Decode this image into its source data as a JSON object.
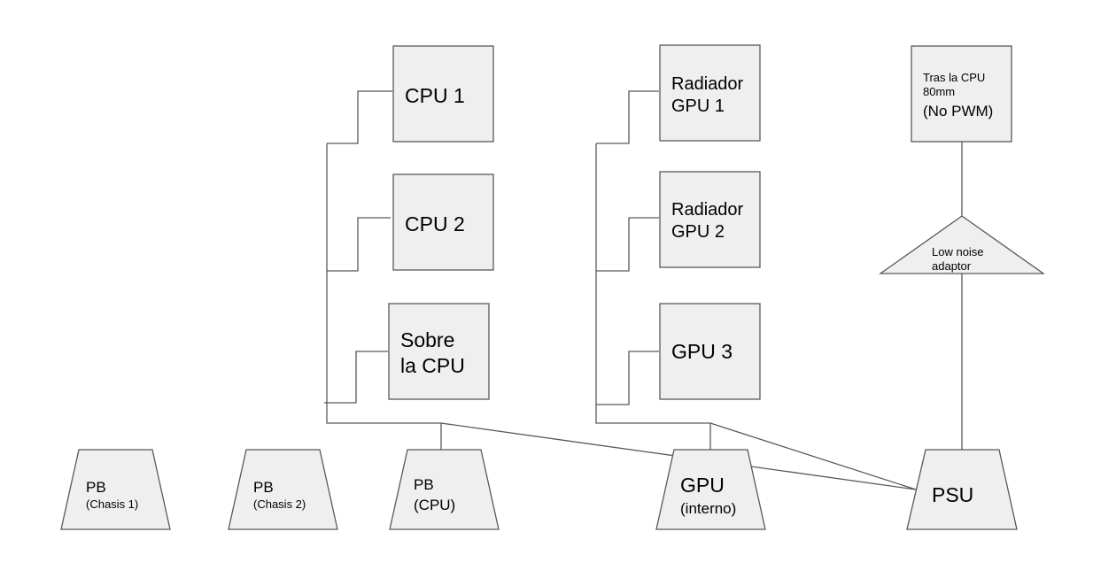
{
  "colors": {
    "fill": "#efefef",
    "stroke": "#595959",
    "line": "#595959",
    "text": "#000000"
  },
  "fans": {
    "cpu1": {
      "label": "CPU 1"
    },
    "cpu2": {
      "label": "CPU 2"
    },
    "sobre_cpu": {
      "line1": "Sobre",
      "line2": "la CPU"
    },
    "rad_gpu1": {
      "line1": "Radiador",
      "line2": "GPU 1"
    },
    "rad_gpu2": {
      "line1": "Radiador",
      "line2": "GPU 2"
    },
    "gpu3": {
      "label": "GPU 3"
    },
    "tras_cpu": {
      "line1": "Tras la CPU",
      "line2": "80mm",
      "line3": "(No PWM)"
    }
  },
  "adaptor": {
    "line1": "Low noise",
    "line2": "adaptor"
  },
  "sources": {
    "pb_chasis1": {
      "line1": "PB",
      "line2": "(Chasis 1)"
    },
    "pb_chasis2": {
      "line1": "PB",
      "line2": "(Chasis 2)"
    },
    "pb_cpu": {
      "line1": "PB",
      "line2": "(CPU)"
    },
    "gpu_interno": {
      "line1": "GPU",
      "line2": "(interno)"
    },
    "psu": {
      "label": "PSU"
    }
  }
}
